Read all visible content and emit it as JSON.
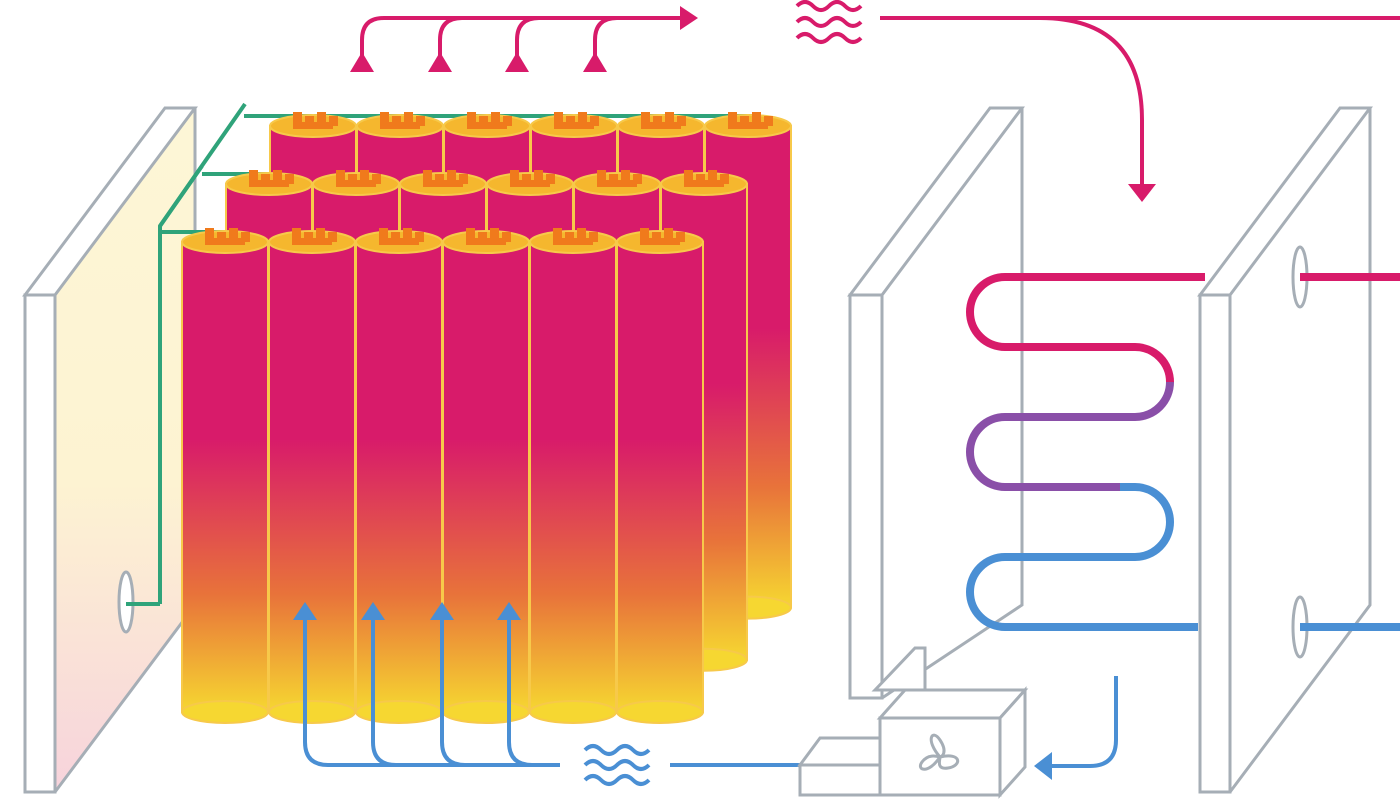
{
  "diagram": {
    "labels": [],
    "colors": {
      "hot_pipe": "#d81b6a",
      "cool_pipe": "#4a8fd4",
      "mid_pipe": "#8a4fa8",
      "wire": "#2fa37a",
      "panel_stroke": "#a6aeb6",
      "panel_fill": "#ffffff",
      "cell_top": "#d81b6a",
      "cell_mid": "#e8733a",
      "cell_bottom": "#f6d731",
      "cell_outline": "#f7c94a",
      "terminal": "#f07a1c",
      "cap": "#f5b72e",
      "insulation_top": "#fdf6d6",
      "insulation_bottom": "#f7d3dc"
    },
    "components": {
      "battery_rows": 3,
      "cells_per_row": 6,
      "inlet_arrows": 4,
      "outlet_arrows": 4,
      "coil_turns": 3
    },
    "icons": [
      "heat-wave-icon",
      "cool-wave-icon",
      "fan-icon"
    ]
  }
}
